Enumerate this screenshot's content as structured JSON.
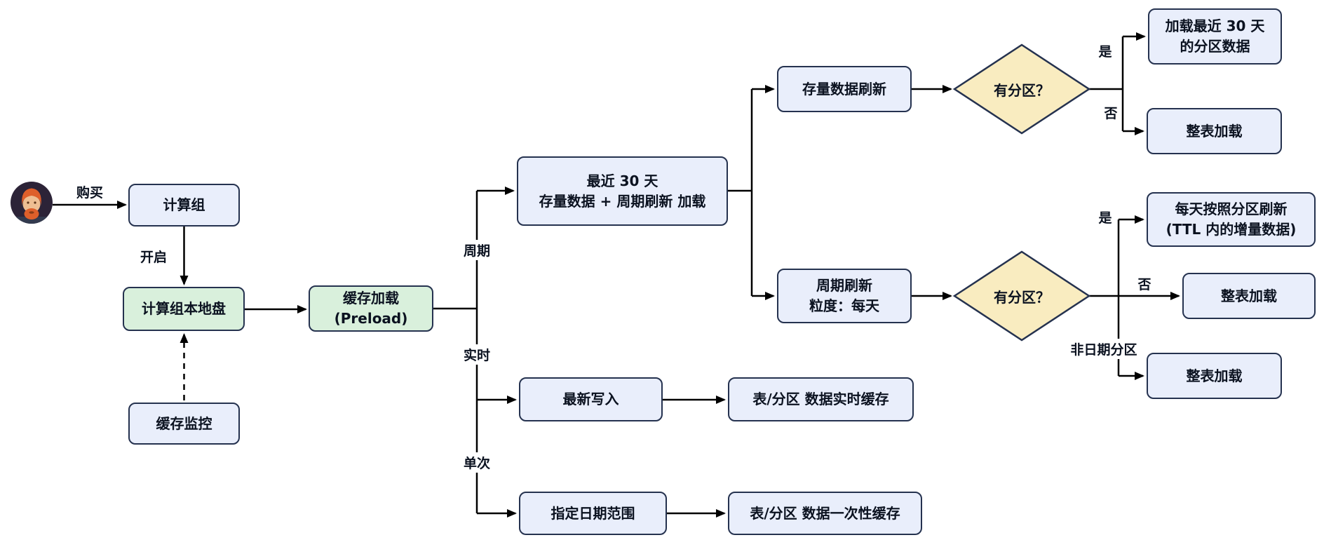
{
  "nodes": {
    "compute_group": {
      "label": "计算组"
    },
    "local_disk": {
      "label": "计算组本地盘"
    },
    "cache_monitor": {
      "label": "缓存监控"
    },
    "preload": {
      "line1": "缓存加载",
      "line2": "(Preload)"
    },
    "recent_30d": {
      "line1": "最近 30 天",
      "line2": "存量数据 + 周期刷新 加载"
    },
    "stock_refresh": {
      "label": "存量数据刷新"
    },
    "periodic_refresh": {
      "line1": "周期刷新",
      "line2": "粒度：每天"
    },
    "has_partition_top": {
      "label": "有分区？"
    },
    "has_partition_mid": {
      "label": "有分区？"
    },
    "load_30d_partitions": {
      "line1": "加载最近 30 天",
      "line2": "的分区数据"
    },
    "full_table_top": {
      "label": "整表加载"
    },
    "daily_partition_refresh": {
      "line1": "每天按照分区刷新",
      "line2": "(TTL 内的增量数据)"
    },
    "full_table_mid": {
      "label": "整表加载"
    },
    "full_table_bottom": {
      "label": "整表加载"
    },
    "latest_write": {
      "label": "最新写入"
    },
    "realtime_cache": {
      "label": "表/分区 数据实时缓存"
    },
    "date_range": {
      "label": "指定日期范围"
    },
    "onetime_cache": {
      "label": "表/分区 数据一次性缓存"
    }
  },
  "edge_labels": {
    "buy": "购买",
    "enable": "开启",
    "periodic": "周期",
    "realtime": "实时",
    "single": "单次",
    "yes_top": "是",
    "no_top": "否",
    "yes_mid": "是",
    "no_mid": "否",
    "non_date_partition": "非日期分区"
  },
  "icons": {
    "avatar": "user-avatar"
  },
  "colors": {
    "box_fill": "#e9eefb",
    "box_border": "#25324f",
    "green_fill": "#d9f0dc",
    "diamond_fill": "#f9ecc0",
    "line": "#000000",
    "background": "#ffffff",
    "avatar_bg": "#2c2337",
    "avatar_hair": "#de5f2a"
  }
}
